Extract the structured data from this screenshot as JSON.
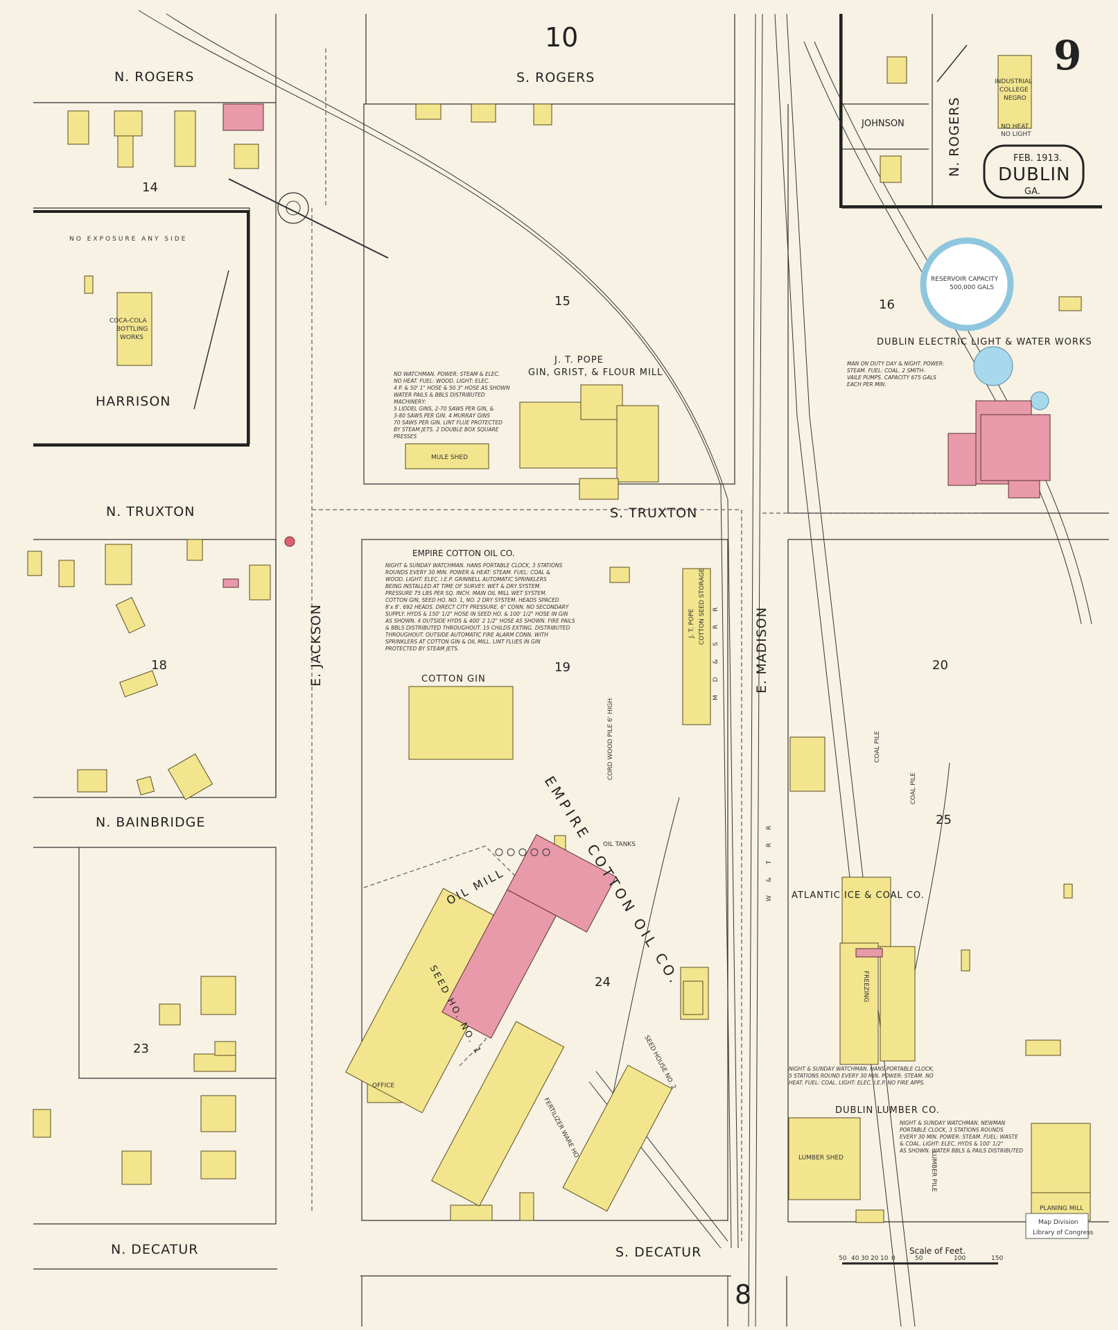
{
  "sheet": {
    "number": "9",
    "adjacent_top": "10",
    "adjacent_bottom": "8",
    "date": "FEB. 1913.",
    "city": "DUBLIN",
    "state": "GA.",
    "scale_label": "Scale of Feet.",
    "scale_ticks": [
      "50",
      "40",
      "30",
      "20",
      "10",
      "0",
      "50",
      "100",
      "150"
    ],
    "stamp_line1": "Map Division",
    "stamp_line2": "Library of Congress"
  },
  "streets": {
    "n_rogers": "N. ROGERS",
    "s_rogers": "S. ROGERS",
    "n_rogers_vertical": "N. ROGERS",
    "johnson": "JOHNSON",
    "harrison": "HARRISON",
    "n_truxton": "N. TRUXTON",
    "s_truxton": "S. TRUXTON",
    "n_bainbridge": "N. BAINBRIDGE",
    "n_decatur": "N. DECATUR",
    "s_decatur": "S. DECATUR",
    "e_jackson": "E. JACKSON",
    "e_madison": "E. MADISON"
  },
  "blocks": [
    "14",
    "15",
    "16",
    "18",
    "19",
    "20",
    "23",
    "24",
    "25"
  ],
  "labels": {
    "industrial_college": [
      "INDUSTRIAL",
      "COLLEGE",
      "NEGRO"
    ],
    "industrial_note": [
      "NO HEAT",
      "NO LIGHT"
    ],
    "coca_cola": [
      "COCA-COLA",
      "BOTTLING",
      "WORKS"
    ],
    "no_exposure": "NO EXPOSURE ANY SIDE",
    "reservoir": [
      "RESERVOIR CAPACITY",
      "500,000 GALS"
    ],
    "electric_works": "DUBLIN ELECTRIC LIGHT & WATER WORKS",
    "pope_mill": [
      "J. T. POPE",
      "GIN, GRIST, & FLOUR MILL"
    ],
    "pope_storage": [
      "J. T. POPE",
      "COTTON SEED STORAGE"
    ],
    "mule_shed": "MULE SHED",
    "empire_title": "EMPIRE COTTON OIL CO.",
    "cotton_gin": "COTTON GIN",
    "oil_mill": "OIL MILL",
    "empire_curved": "EMPIRE COTTON OIL CO.",
    "cord_wood": "CORD WOOD PILE 6' HIGH",
    "seed_house_1": "SEED HO. NO. 1",
    "seed_house_2": "SEED HOUSE NO. 2",
    "fertilizer": "FERTILIZER WARE HO",
    "office": "OFFICE",
    "oil_tanks": "OIL TANKS",
    "atlantic_ice": "ATLANTIC ICE & COAL CO.",
    "freezing": "FREEZING",
    "coal_pile": "COAL PILE",
    "dublin_lumber": "DUBLIN LUMBER CO.",
    "lumber_shed": "LUMBER SHED",
    "lumber_pile": "LUMBER PILE",
    "planing_mill": "PLANING MILL",
    "rr_mdsa": "M D & S R R",
    "rr_wtrr": "W & T R R"
  },
  "notes": {
    "pope": [
      "NO WATCHMAN. POWER: STEAM & ELEC.",
      "NO HEAT. FUEL: WOOD. LIGHT: ELEC.",
      "4 P. & 50' 1\" HOSE & 50 3\" HOSE AS SHOWN",
      "WATER PAILS & BBLS DISTRIBUTED",
      "MACHINERY:",
      "5 LIDDEL GINS, 2-70 SAWS PER GIN, &",
      "3-80 SAWS PER GIN. 4 MURRAY GINS",
      "70 SAWS PER GIN. LINT FLUE PROTECTED",
      "BY STEAM JETS. 2 DOUBLE BOX SQUARE",
      "PRESSES"
    ],
    "empire": [
      "NIGHT & SUNDAY WATCHMAN. HANS PORTABLE CLOCK, 3 STATIONS",
      "ROUNDS EVERY 30 MIN. POWER & HEAT: STEAM. FUEL: COAL &",
      "WOOD. LIGHT: ELEC. I.E.P. GRINNELL AUTOMATIC SPRINKLERS",
      "BEING INSTALLED AT TIME OF SURVEY. WET & DRY SYSTEM.",
      "PRESSURE 75 LBS PER SQ. INCH. MAIN OIL MILL WET SYSTEM.",
      "COTTON GIN, SEED HO. NO. 1, NO. 2 DRY SYSTEM. HEADS SPACED",
      "8'x 8'. 692 HEADS. DIRECT CITY PRESSURE. 6\" CONN. NO SECONDARY",
      "SUPPLY. HYDS & 150' 1/2\" HOSE IN SEED HO. & 100' 1/2\" HOSE IN GIN",
      "AS SHOWN. 4 OUTSIDE HYDS & 400' 2 1/2\" HOSE AS SHOWN. FIRE PAILS",
      "& BBLS DISTRIBUTED THROUGHOUT. 15 CHILDS EXTING. DISTRIBUTED",
      "THROUGHOUT. OUTSIDE AUTOMATIC FIRE ALARM CONN. WITH",
      "SPRINKLERS AT COTTON GIN & OIL MILL. LINT FLUES IN GIN",
      "PROTECTED BY STEAM JETS."
    ],
    "waterworks": [
      "MAN ON DUTY DAY & NIGHT. POWER:",
      "STEAM. FUEL: COAL. 2 SMITH-",
      "VAILE PUMPS. CAPACITY 675 GALS",
      "EACH PER MIN."
    ],
    "atlantic": [
      "NIGHT & SUNDAY WATCHMAN. HANS PORTABLE CLOCK,",
      "5 STATIONS ROUND EVERY 30 MIN. POWER: STEAM. NO",
      "HEAT. FUEL: COAL. LIGHT: ELEC. I.E.P. NO FIRE APPS."
    ],
    "lumber": [
      "NIGHT & SUNDAY WATCHMAN. NEWMAN",
      "PORTABLE CLOCK, 3 STATIONS ROUNDS",
      "EVERY 30 MIN. POWER: STEAM. FUEL: WASTE",
      "& COAL. LIGHT: ELEC. HYDS & 100' 1/2\"",
      "AS SHOWN. WATER BBLS & PAILS DISTRIBUTED"
    ]
  },
  "colors": {
    "paper": "#f7f2e4",
    "frame_building": "#f2e58e",
    "brick_building": "#e89aaa",
    "reservoir": "#9fd0e6"
  }
}
